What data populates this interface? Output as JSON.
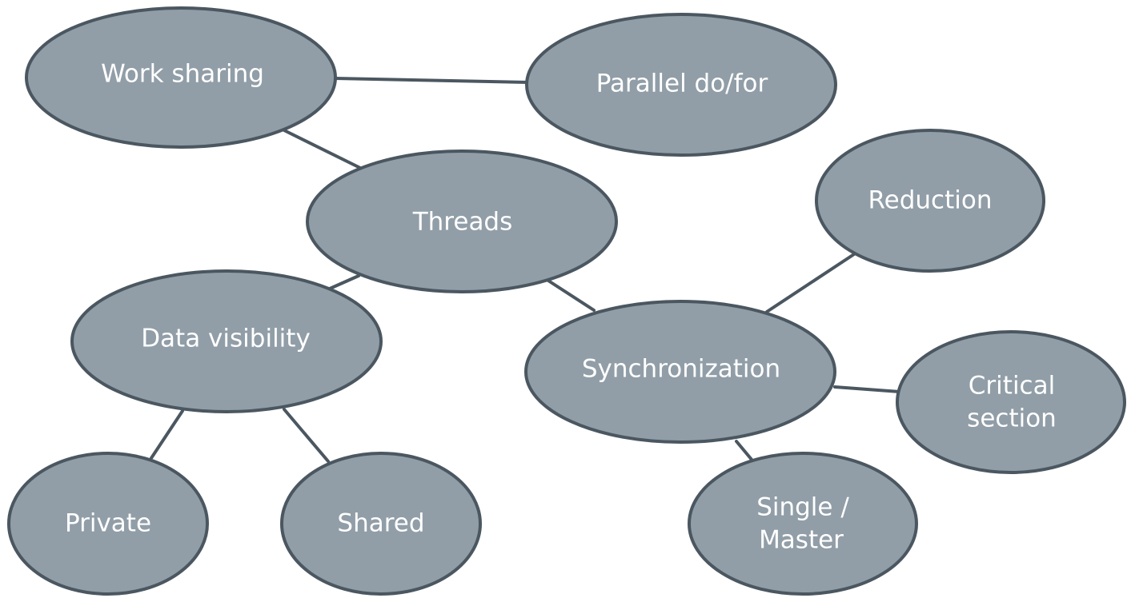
{
  "diagram": {
    "nodes": {
      "work_sharing": {
        "label": "Work sharing"
      },
      "parallel_do_for": {
        "label": "Parallel do/for"
      },
      "threads": {
        "label": "Threads"
      },
      "reduction": {
        "label": "Reduction"
      },
      "data_visibility": {
        "label": "Data visibility"
      },
      "synchronization": {
        "label": "Synchronization"
      },
      "critical_section": {
        "label_line1": "Critical",
        "label_line2": "section"
      },
      "private": {
        "label": "Private"
      },
      "shared": {
        "label": "Shared"
      },
      "single_master": {
        "label_line1": "Single /",
        "label_line2": "Master"
      }
    },
    "edges": [
      {
        "from": "work_sharing",
        "to": "parallel_do_for"
      },
      {
        "from": "work_sharing",
        "to": "threads"
      },
      {
        "from": "threads",
        "to": "data_visibility"
      },
      {
        "from": "threads",
        "to": "synchronization"
      },
      {
        "from": "synchronization",
        "to": "reduction"
      },
      {
        "from": "synchronization",
        "to": "critical_section"
      },
      {
        "from": "synchronization",
        "to": "single_master"
      },
      {
        "from": "data_visibility",
        "to": "private"
      },
      {
        "from": "data_visibility",
        "to": "shared"
      }
    ],
    "colors": {
      "node_fill": "#919ea7",
      "node_stroke": "#4b5760",
      "edge": "#4b5760",
      "label": "#ffffff"
    }
  }
}
